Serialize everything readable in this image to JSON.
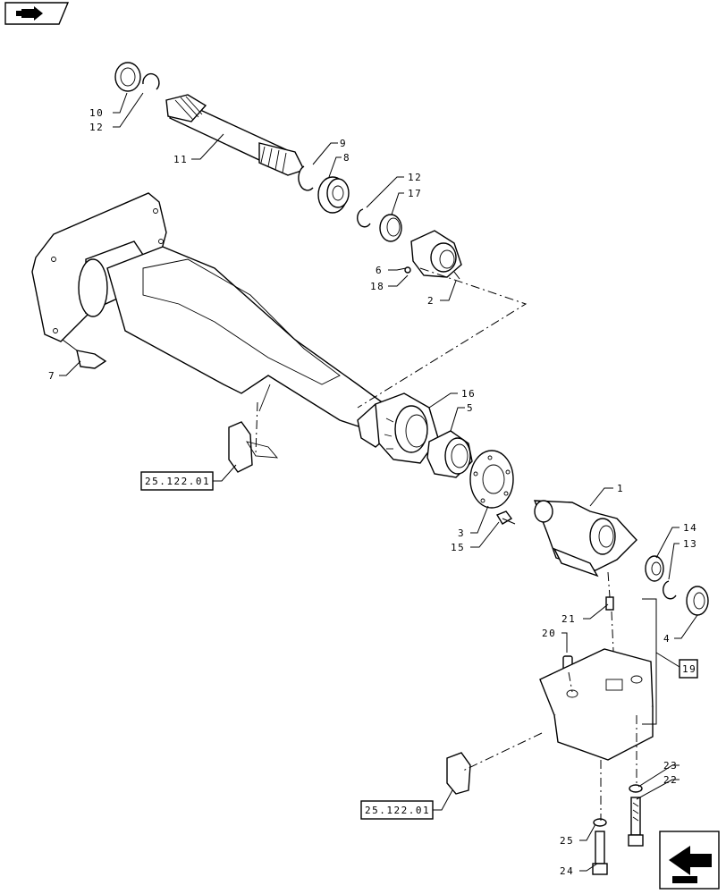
{
  "callouts": {
    "c1": "1",
    "c2": "2",
    "c3": "3",
    "c4": "4",
    "c5": "5",
    "c6": "6",
    "c7": "7",
    "c8": "8",
    "c9": "9",
    "c10": "10",
    "c11": "11",
    "c12a": "12",
    "c12b": "12",
    "c13": "13",
    "c14": "14",
    "c15": "15",
    "c16": "16",
    "c17": "17",
    "c18": "18",
    "c20": "20",
    "c21": "21",
    "c22": "22",
    "c23": "23",
    "c24": "24",
    "c25": "25"
  },
  "group_label": "19",
  "references": {
    "ref_top": "25.122.01",
    "ref_bottom": "25.122.01"
  },
  "icons": {
    "corner_top_left": "book-arrow-icon",
    "corner_bottom_right": "next-page-arrow-icon"
  }
}
